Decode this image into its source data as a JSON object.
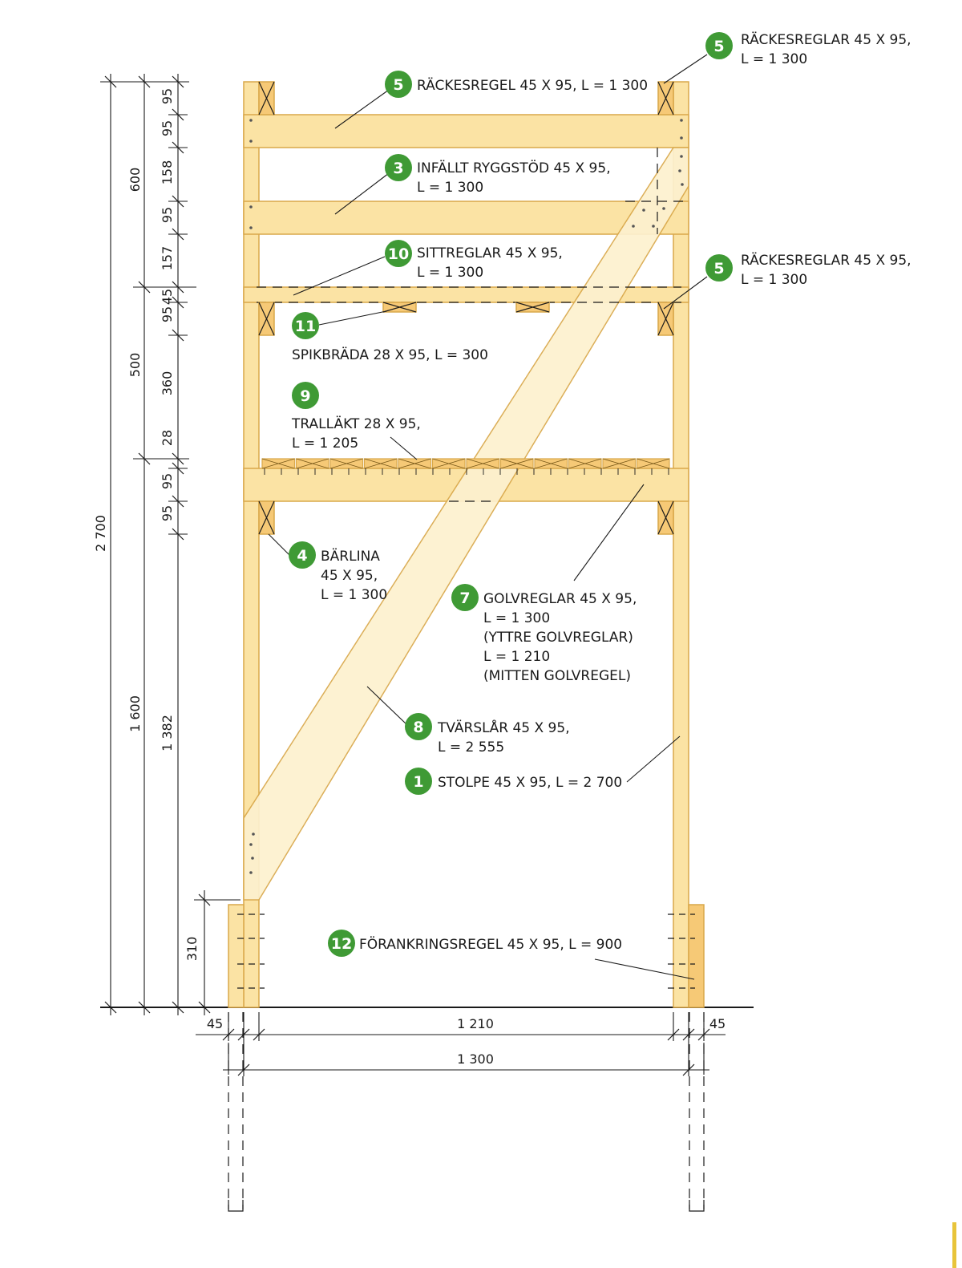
{
  "parts": [
    {
      "num": "5",
      "lines": [
        "RÄCKESREGLAR 45 X 95,",
        "L = 1 300"
      ]
    },
    {
      "num": "5",
      "lines": [
        "RÄCKESREGEL 45 X 95, L = 1 300"
      ]
    },
    {
      "num": "3",
      "lines": [
        "INFÄLLT RYGGSTÖD 45 X 95,",
        "L = 1 300"
      ]
    },
    {
      "num": "10",
      "lines": [
        "SITTREGLAR 45 X 95,",
        "L = 1 300"
      ]
    },
    {
      "num": "5",
      "lines": [
        "RÄCKESREGLAR 45 X 95,",
        "L = 1 300"
      ]
    },
    {
      "num": "11",
      "lines": [
        "SPIKBRÄDA 28 X 95, L = 300"
      ]
    },
    {
      "num": "9",
      "lines": [
        "TRALLÄKT 28 X 95,",
        "L = 1 205"
      ]
    },
    {
      "num": "4",
      "lines": [
        "BÄRLINA",
        "45 X 95,",
        "L = 1 300"
      ]
    },
    {
      "num": "7",
      "lines": [
        "GOLVREGLAR 45 X 95,",
        "L = 1 300",
        "(YTTRE GOLVREGLAR)",
        "L = 1 210",
        "(MITTEN GOLVREGEL)"
      ]
    },
    {
      "num": "8",
      "lines": [
        "TVÄRSLÅR 45 X 95,",
        "L = 2 555"
      ]
    },
    {
      "num": "1",
      "lines": [
        "STOLPE 45 X 95, L = 2 700"
      ]
    },
    {
      "num": "12",
      "lines": [
        "FÖRANKRINGSREGEL 45 X 95, L = 900"
      ]
    }
  ],
  "dimensions": {
    "total_height": "2 700",
    "outer_column": [
      "600",
      "500",
      "1 600"
    ],
    "inner_column": [
      "95",
      "95",
      "158",
      "95",
      "157",
      "95",
      "45",
      "360",
      "28",
      "95",
      "95",
      "1 382"
    ],
    "anchor_height": "310",
    "bottom_left": "45",
    "bottom_right": "45",
    "inner_width": "1 210",
    "outer_width": "1 300"
  }
}
